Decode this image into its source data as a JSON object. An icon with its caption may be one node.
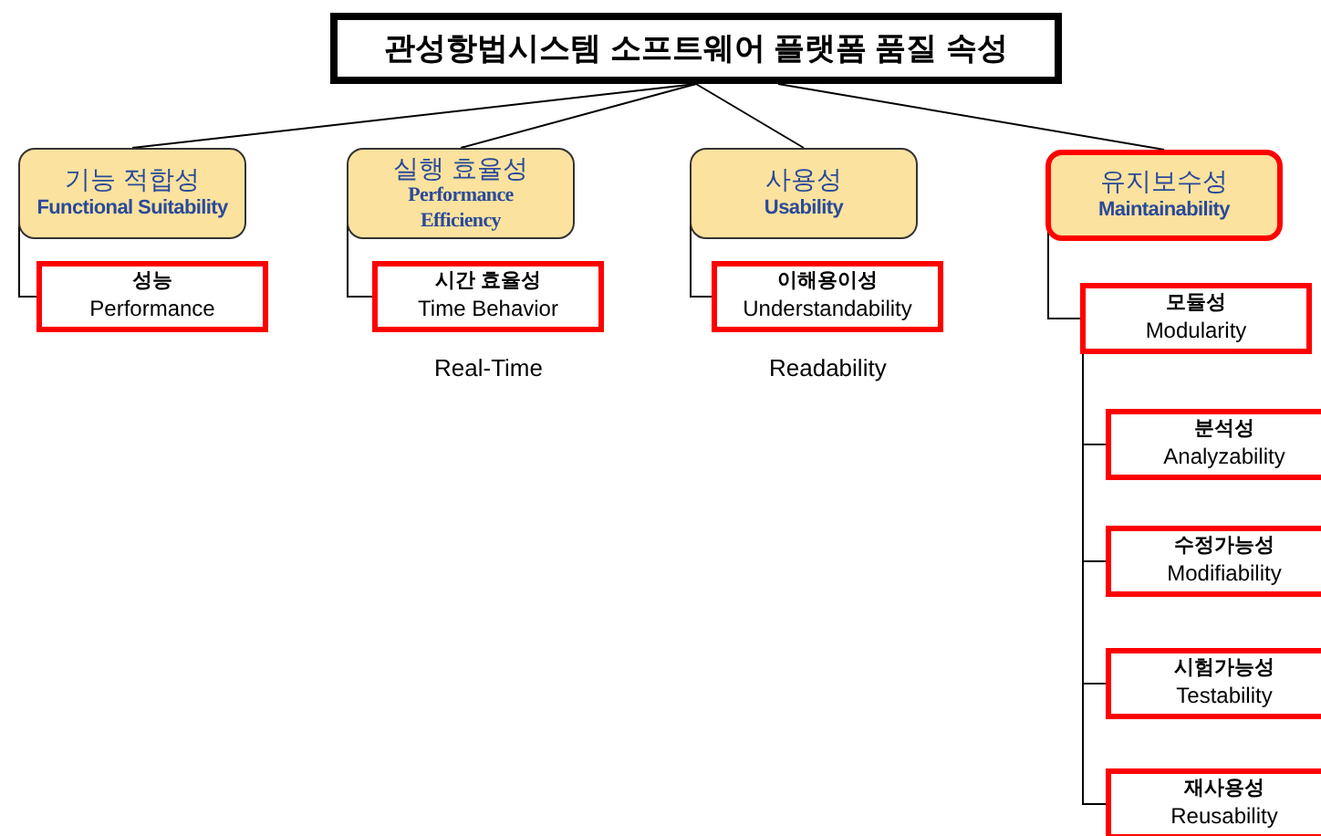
{
  "diagram": {
    "nodes": [
      {
        "text": [
          "관성항법시스템 소프트웨어 플랫폼 품질 속성"
        ]
      },
      {
        "text": [
          "기능 적합성",
          "Functional Suitability"
        ]
      },
      {
        "text": [
          "성능",
          "Performance"
        ]
      },
      {
        "text": [
          "실행 효율성",
          "Performance Efficiency"
        ]
      },
      {
        "text": [
          "시간 효율성",
          "Time Behavior"
        ],
        "beside": [
          "Real-Time"
        ]
      },
      {
        "text": [
          "사용성",
          "Usability"
        ]
      },
      {
        "text": [
          "이해용이성",
          "Understandability"
        ],
        "beside": [
          "Readability"
        ]
      },
      {
        "text": [
          "유지보수성",
          "Maintainability"
        ]
      },
      {
        "text": [
          "모듈성",
          "Modularity"
        ]
      },
      {
        "text": [
          "분석성",
          "Analyzability"
        ]
      },
      {
        "text": [
          "수정가능성",
          "Modifiability"
        ]
      },
      {
        "text": [
          "시험가능성",
          "Testability"
        ]
      },
      {
        "text": [
          "재사용성",
          "Reusability"
        ]
      }
    ],
    "edges": [
      {
        "from": 0,
        "to": 1,
        "arrow": "none"
      },
      {
        "from": 0,
        "to": 3,
        "arrow": "none"
      },
      {
        "from": 0,
        "to": 5,
        "arrow": "none"
      },
      {
        "from": 0,
        "to": 7,
        "arrow": "none"
      },
      {
        "from": 1,
        "to": 2,
        "arrow": "none"
      },
      {
        "from": 3,
        "to": 4,
        "arrow": "none"
      },
      {
        "from": 5,
        "to": 6,
        "arrow": "none"
      },
      {
        "from": 7,
        "to": 8,
        "arrow": "none"
      },
      {
        "from": 8,
        "to": 9,
        "arrow": "none"
      },
      {
        "from": 8,
        "to": 10,
        "arrow": "none"
      },
      {
        "from": 8,
        "to": 11,
        "arrow": "none"
      },
      {
        "from": 8,
        "to": 12,
        "arrow": "none"
      }
    ]
  }
}
